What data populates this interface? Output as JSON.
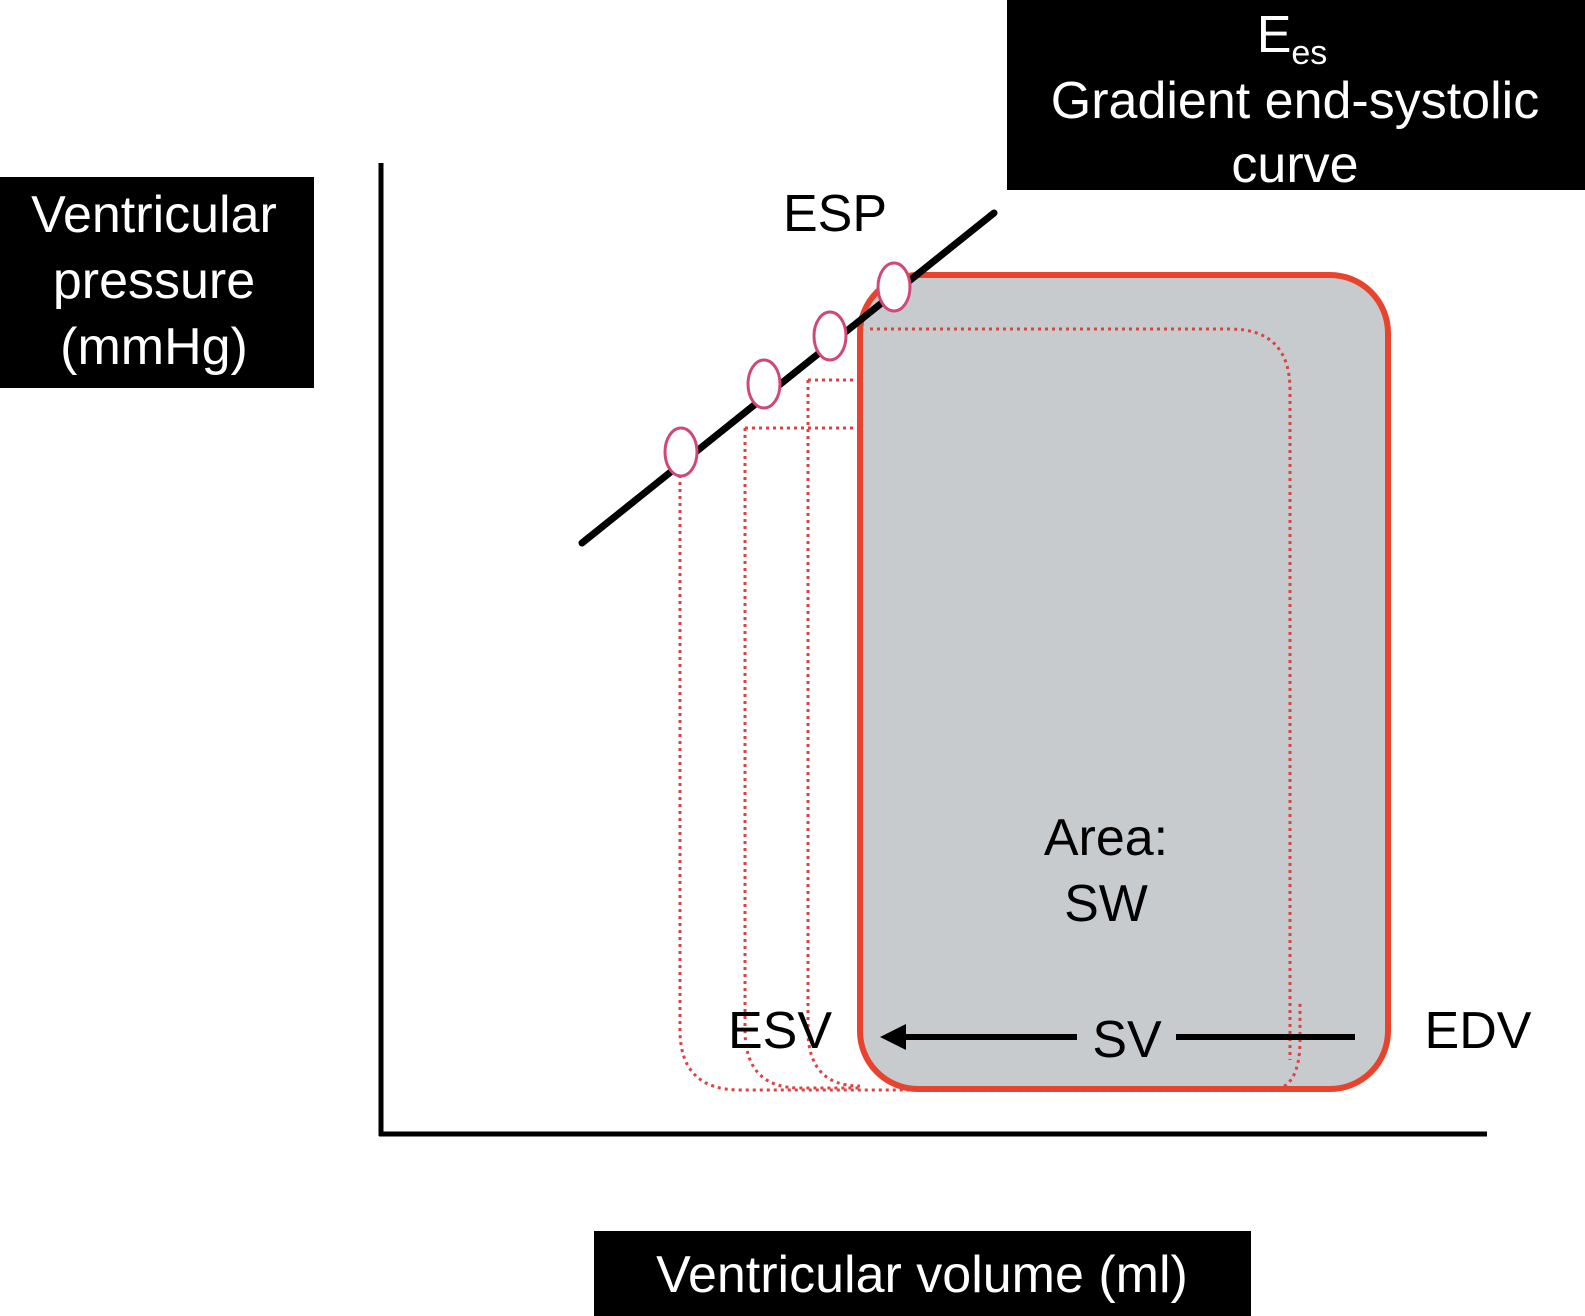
{
  "labels": {
    "y_axis": [
      "Ventricular",
      "pressure",
      "(mmHg)"
    ],
    "x_axis": "Ventricular volume (ml)",
    "ees_symbol": "E",
    "ees_subscript": "es",
    "ees_description": [
      "Gradient end-systolic",
      "curve"
    ],
    "esp": "ESP",
    "esv": "ESV",
    "edv": "EDV",
    "sv": "SV",
    "area": [
      "Area:",
      "SW"
    ]
  },
  "colors": {
    "background": "#ffffff",
    "label_box": "#000000",
    "label_box_text": "#ffffff",
    "axis": "#000000",
    "loop_outline": "#e8432c",
    "loop_fill": "#c8cbcd",
    "dotted_loops": "#e04040",
    "end_systolic_points": "#d0487a",
    "arrow": "#000000"
  }
}
